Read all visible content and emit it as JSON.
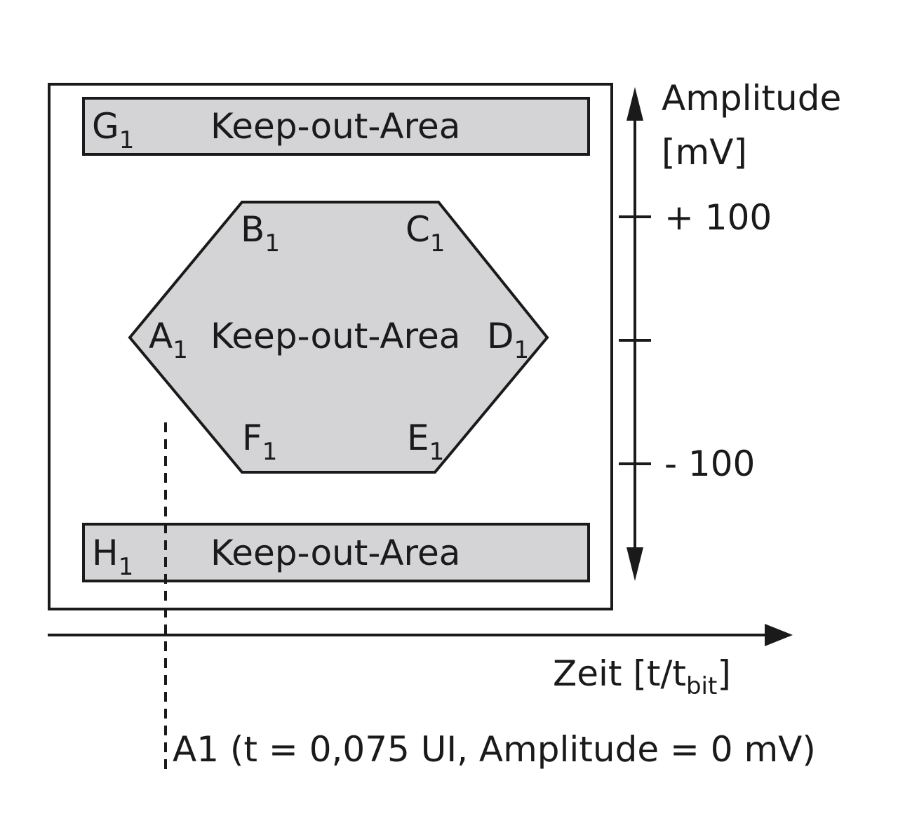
{
  "diagram": {
    "zones": {
      "top": {
        "letter": "G",
        "index": "1",
        "label": "Keep-out-Area"
      },
      "center": {
        "label": "Keep-out-Area"
      },
      "bottom": {
        "letter": "H",
        "index": "1",
        "label": "Keep-out-Area"
      }
    },
    "vertices": {
      "A": {
        "letter": "A",
        "index": "1"
      },
      "B": {
        "letter": "B",
        "index": "1"
      },
      "C": {
        "letter": "C",
        "index": "1"
      },
      "D": {
        "letter": "D",
        "index": "1"
      },
      "E": {
        "letter": "E",
        "index": "1"
      },
      "F": {
        "letter": "F",
        "index": "1"
      }
    },
    "y_axis": {
      "label_line1": "Amplitude",
      "label_line2": "[mV]",
      "tick_plus": "+ 100",
      "tick_minus": "- 100"
    },
    "x_axis": {
      "label_main": "Zeit [t/t",
      "label_sub": "bit",
      "label_close": "]"
    },
    "annotation": "A1 (t = 0,075 UI, Amplitude = 0 mV)",
    "colors": {
      "fill": "#d4d4d6",
      "stroke": "#1a1a1a"
    }
  }
}
